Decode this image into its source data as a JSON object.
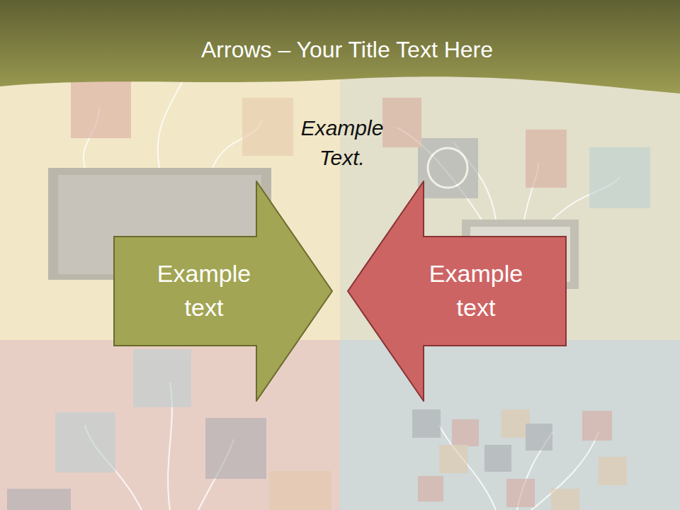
{
  "diagram": {
    "title": "Arrows – Your Title Text Here",
    "nodes": [
      {
        "text": [
          "Example text"
        ]
      },
      {
        "text": [
          "Example text"
        ]
      }
    ],
    "labels": [
      "Example Text."
    ]
  }
}
